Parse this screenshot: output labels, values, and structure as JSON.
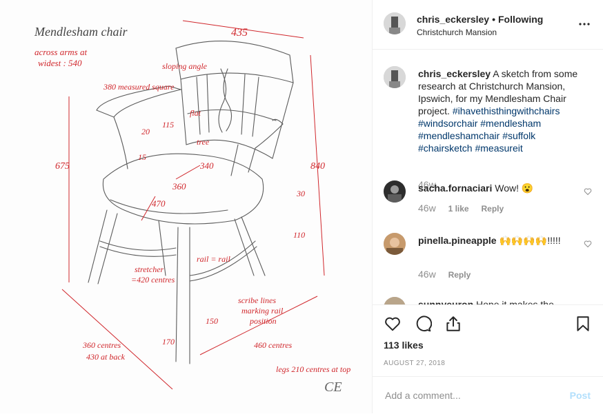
{
  "post": {
    "username": "chris_eckersley",
    "follow_status": "Following",
    "location": "Christchurch Mansion",
    "more_icon": "more-horizontal-icon"
  },
  "sketch": {
    "title": "Mendlesham chair",
    "note_arms": "across arms at",
    "note_widest": "widest : 540",
    "w_top": "435",
    "left_h": "675",
    "right_h": "840",
    "seat_360": "360",
    "seat_470": "470",
    "seat_340": "340",
    "seat_15": "15",
    "dim_30": "30",
    "dim_20": "20",
    "dim_115": "115",
    "dim_150": "150",
    "dim_110": "110",
    "dim_170": "170",
    "stretcher": "stretcher",
    "stretcher_val": "=420 centres",
    "rail": "rail = rail",
    "centres_360": "360 centres",
    "back_430": "430 at back",
    "centres_460": "460 centres",
    "legs_210": "legs 210 centres at top",
    "scribe_1": "scribe lines",
    "scribe_2": "marking rail",
    "scribe_3": "position",
    "flat": "flat",
    "tree": "tree",
    "square": "380 measured square",
    "sloping": "sloping angle",
    "signature": "CE"
  },
  "caption": {
    "username": "chris_eckersley",
    "text": "A sketch from some research at Christchurch Mansion, Ipswich, for my Mendlesham Chair project.",
    "hashtags": [
      "#ihavethisthingwithchairs",
      "#windsorchair",
      "#mendlesham",
      "#mendleshamchair",
      "#suffolk",
      "#chairsketch",
      "#measureit"
    ],
    "time": "46w"
  },
  "comments": [
    {
      "username": "sacha.fornaciari",
      "text": "Wow! 😮",
      "time": "46w",
      "likes": "1 like",
      "reply": "Reply"
    },
    {
      "username": "pinella.pineapple",
      "text": "🙌🙌🙌🙌!!!!!",
      "time": "46w",
      "reply": "Reply"
    },
    {
      "username": "sunnyeuron",
      "text": "Hope it makes the"
    }
  ],
  "actions": {
    "icons": [
      "heart-icon",
      "comment-icon",
      "share-icon",
      "bookmark-icon"
    ],
    "likes": "113 likes",
    "date": "AUGUST 27, 2018",
    "comment_placeholder": "Add a comment...",
    "post_label": "Post"
  },
  "colors": {
    "link": "#00376b",
    "muted": "#8e8e8e",
    "post_disabled": "#b2dffc",
    "pencil": "#555555",
    "annotation": "#d0262b"
  }
}
